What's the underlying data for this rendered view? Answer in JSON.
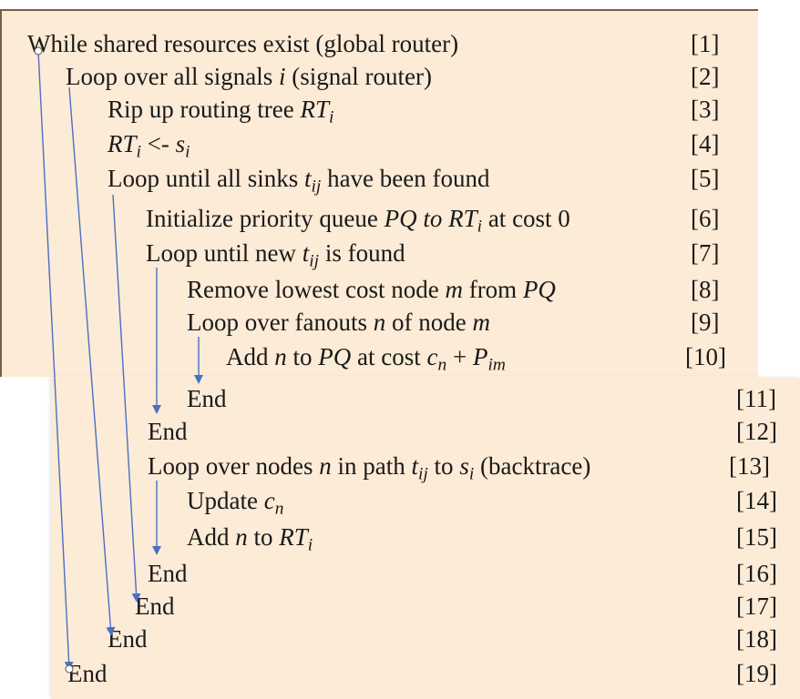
{
  "lines": [
    {
      "t": [
        "While shared resources exist (global router)"
      ],
      "n": "[1]"
    },
    {
      "t": [
        "Loop over all signals ",
        {
          "i": "i"
        },
        " (signal router)"
      ],
      "n": "[2]"
    },
    {
      "t": [
        "Rip up routing tree ",
        {
          "i": "RT"
        },
        {
          "s": "i"
        }
      ],
      "n": "[3]"
    },
    {
      "t": [
        {
          "i": "RT"
        },
        {
          "s": "i"
        },
        " <- ",
        {
          "i": "s"
        },
        {
          "s": "i"
        }
      ],
      "n": "[4]"
    },
    {
      "t": [
        "Loop until all sinks ",
        {
          "i": "t"
        },
        {
          "s": "ij"
        },
        " have been found"
      ],
      "n": "[5]"
    },
    {
      "t": [
        "Initialize priority queue ",
        {
          "i": "PQ to RT"
        },
        {
          "s": "i"
        },
        " at cost 0"
      ],
      "n": "[6]"
    },
    {
      "t": [
        "Loop until new ",
        {
          "i": "t"
        },
        {
          "s": "ij"
        },
        " is found"
      ],
      "n": "[7]"
    },
    {
      "t": [
        "Remove lowest cost node ",
        {
          "i": "m"
        },
        " from ",
        {
          "i": "PQ"
        }
      ],
      "n": "[8]"
    },
    {
      "t": [
        "Loop over fanouts ",
        {
          "i": "n"
        },
        " of node ",
        {
          "i": "m"
        }
      ],
      "n": "[9]"
    },
    {
      "t": [
        "Add ",
        {
          "i": "n"
        },
        " to ",
        {
          "i": "PQ"
        },
        " at cost ",
        {
          "i": "c"
        },
        {
          "s": "n"
        },
        " + ",
        {
          "i": "P"
        },
        {
          "s": "im"
        }
      ],
      "n": "[10]"
    },
    {
      "t": [
        "End"
      ],
      "n": "[11]"
    },
    {
      "t": [
        "End"
      ],
      "n": "[12]"
    },
    {
      "t": [
        "Loop over nodes ",
        {
          "i": "n"
        },
        " in path ",
        {
          "i": "t"
        },
        {
          "s": "ij"
        },
        " to ",
        {
          "i": "s"
        },
        {
          "s": "i"
        },
        " (backtrace)"
      ],
      "n": "[13]"
    },
    {
      "t": [
        "Update ",
        {
          "i": "c"
        },
        {
          "s": "n"
        }
      ],
      "n": "[14]"
    },
    {
      "t": [
        "Add ",
        {
          "i": "n"
        },
        " to ",
        {
          "i": "RT"
        },
        {
          "s": "i"
        }
      ],
      "n": "[15]"
    },
    {
      "t": [
        "End"
      ],
      "n": "[16]"
    },
    {
      "t": [
        "End"
      ],
      "n": "[17]"
    },
    {
      "t": [
        "End"
      ],
      "n": "[18]"
    },
    {
      "t": [
        "End"
      ],
      "n": "[19]"
    }
  ],
  "colors": {
    "panel": "#fcebd6",
    "arrow": "#4a6fc4",
    "text": "#1a1a1a"
  }
}
